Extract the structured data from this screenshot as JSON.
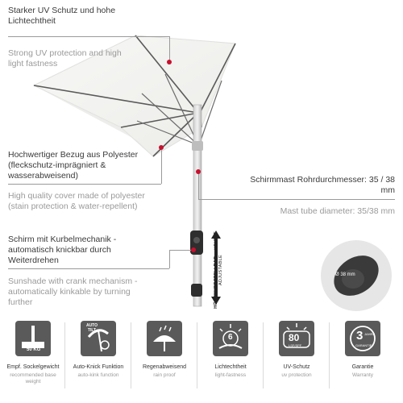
{
  "callouts": {
    "uv": {
      "de": "Starker UV Schutz und hohe Lichtechtheit",
      "en": "Strong UV protection and high light fastness"
    },
    "cover": {
      "de": "Hochwertiger Bezug aus Polyester (fleckschutz-imprägniert & wasserabweisend)",
      "en": "High quality cover made of polyester (stain protection & water-repellent)"
    },
    "mast": {
      "de": "Schirmmast Rohrdurchmesser: 35 / 38 mm",
      "en": "Mast tube diameter: 35/38 mm"
    },
    "crank": {
      "de": "Schirm mit Kurbelmechanik - automatisch knickbar durch Weiterdrehen",
      "en": "Sunshade with crank mechanism - automatically kinkable by turning further"
    }
  },
  "diameter_label": "Ø 38 mm",
  "height_badge": {
    "de": "HÖHENVERSTELLBAR",
    "en": "HEIGHT ADJUSTABLE"
  },
  "features": [
    {
      "icon": "base-weight-icon",
      "badge": "50 KG",
      "de": "Empf. Sockelgewicht",
      "en": "recommended base weight"
    },
    {
      "icon": "auto-tilt-icon",
      "badge": "AUTO TILT",
      "de": "Auto-Knick Funktion",
      "en": "auto-kink function"
    },
    {
      "icon": "rain-proof-icon",
      "badge": "",
      "de": "Regenabweisend",
      "en": "rain proof"
    },
    {
      "icon": "light-fastness-icon",
      "badge": "6",
      "de": "Lichtechtheit",
      "en": "light-fastness"
    },
    {
      "icon": "uv-protection-icon",
      "badge": "80",
      "badge_sub": "LSF/SPF",
      "de": "UV-Schutz",
      "en": "uv protection"
    },
    {
      "icon": "warranty-icon",
      "badge": "3",
      "badge_sub": "JAHRE",
      "badge_sub2": "GARANTIE",
      "de": "Garantie",
      "en": "Warranty"
    }
  ],
  "colors": {
    "accent": "#c8102e",
    "icon_bg": "#5a5a5a",
    "canopy": "#f4f4f2",
    "frame": "#555555"
  }
}
